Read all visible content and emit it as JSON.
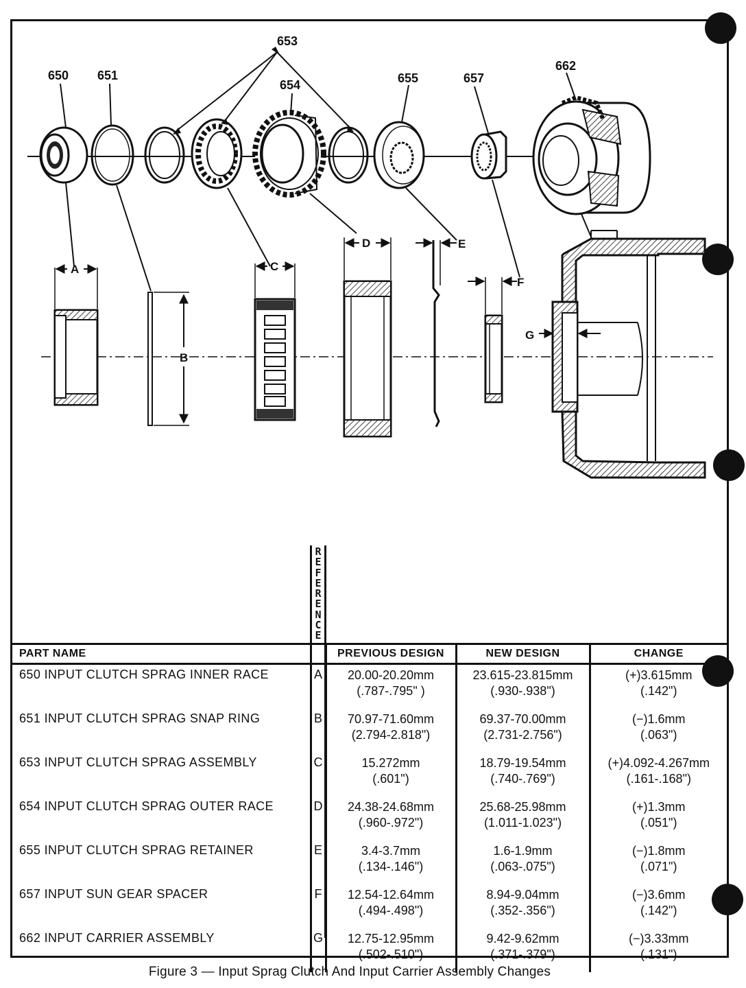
{
  "callouts": {
    "p650": "650",
    "p651": "651",
    "p653": "653",
    "p654": "654",
    "p655": "655",
    "p657": "657",
    "p662": "662"
  },
  "dimension_letters": {
    "a": "A",
    "b": "B",
    "c": "C",
    "d": "D",
    "e": "E",
    "f": "F",
    "g": "G"
  },
  "reference_heading": "REFERENCE",
  "table": {
    "headers": {
      "part_name": "PART NAME",
      "previous": "PREVIOUS DESIGN",
      "new": "NEW DESIGN",
      "change": "CHANGE"
    },
    "rows": [
      {
        "part": "650  INPUT CLUTCH SPRAG INNER RACE",
        "ref": "A",
        "prev_mm": "20.00-20.20mm",
        "prev_in": "(.787-.795\" )",
        "new_mm": "23.615-23.815mm",
        "new_in": "(.930-.938\")",
        "chg_mm": "(+)3.615mm",
        "chg_in": "(.142\")"
      },
      {
        "part": "651  INPUT CLUTCH SPRAG SNAP RING",
        "ref": "B",
        "prev_mm": "70.97-71.60mm",
        "prev_in": "(2.794-2.818\")",
        "new_mm": "69.37-70.00mm",
        "new_in": "(2.731-2.756\")",
        "chg_mm": "(−)1.6mm",
        "chg_in": "(.063\")"
      },
      {
        "part": "653  INPUT CLUTCH SPRAG ASSEMBLY",
        "ref": "C",
        "prev_mm": "15.272mm",
        "prev_in": "(.601\")",
        "new_mm": "18.79-19.54mm",
        "new_in": "(.740-.769\")",
        "chg_mm": "(+)4.092-4.267mm",
        "chg_in": "(.161-.168\")"
      },
      {
        "part": "654  INPUT CLUTCH SPRAG OUTER RACE",
        "ref": "D",
        "prev_mm": "24.38-24.68mm",
        "prev_in": "(.960-.972\")",
        "new_mm": "25.68-25.98mm",
        "new_in": "(1.011-1.023\")",
        "chg_mm": "(+)1.3mm",
        "chg_in": "(.051\")"
      },
      {
        "part": "655  INPUT CLUTCH SPRAG RETAINER",
        "ref": "E",
        "prev_mm": "3.4-3.7mm",
        "prev_in": "(.134-.146\")",
        "new_mm": "1.6-1.9mm",
        "new_in": "(.063-.075\")",
        "chg_mm": "(−)1.8mm",
        "chg_in": "(.071\")"
      },
      {
        "part": "657  INPUT SUN GEAR SPACER",
        "ref": "F",
        "prev_mm": "12.54-12.64mm",
        "prev_in": "(.494-.498\")",
        "new_mm": "8.94-9.04mm",
        "new_in": "(.352-.356\")",
        "chg_mm": "(−)3.6mm",
        "chg_in": "(.142\")"
      },
      {
        "part": "662  INPUT CARRIER ASSEMBLY",
        "ref": "G",
        "prev_mm": "12.75-12.95mm",
        "prev_in": "(.502-.510\")",
        "new_mm": "9.42-9.62mm",
        "new_in": "(.371-.379\")",
        "chg_mm": "(−)3.33mm",
        "chg_in": "(.131\")"
      }
    ]
  },
  "caption": "Figure 3 — Input Sprag Clutch And Input Carrier Assembly Changes"
}
